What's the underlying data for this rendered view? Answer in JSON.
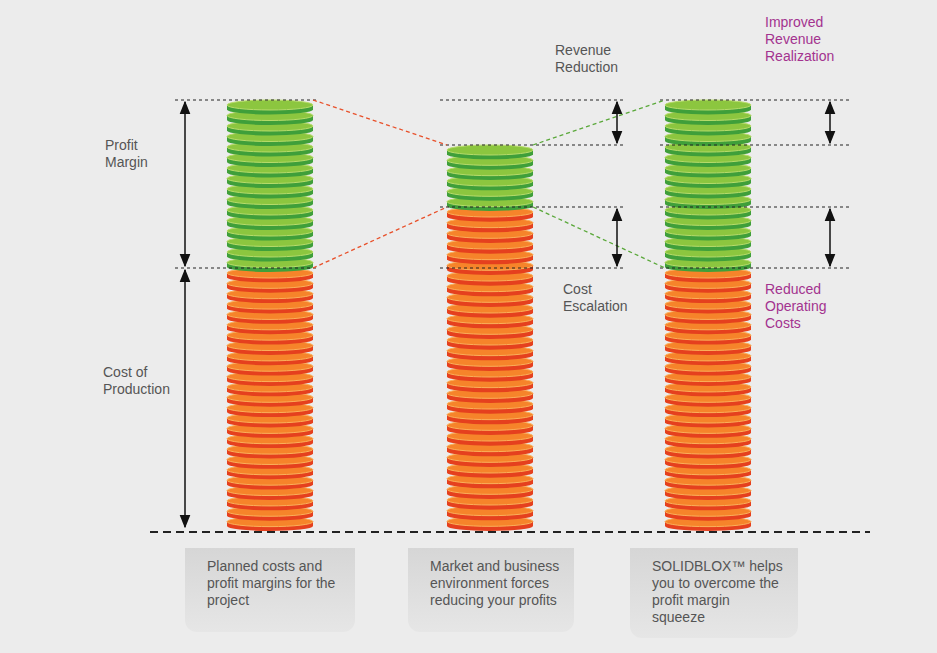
{
  "diagram": {
    "nodes": [
      {
        "text": [
          "Planned costs and profit margins for the project"
        ]
      },
      {
        "text": [
          "Market and business environment forces reducing your profits"
        ]
      },
      {
        "text": [
          "SOLIDBLOX™ helps you to overcome the profit margin squeeze"
        ]
      }
    ],
    "labels": [
      "Profit Margin",
      "Cost of Production",
      "Revenue Reduction",
      "Cost Escalation",
      "Improved Revenue Realization",
      "Reduced Operating Costs"
    ]
  }
}
